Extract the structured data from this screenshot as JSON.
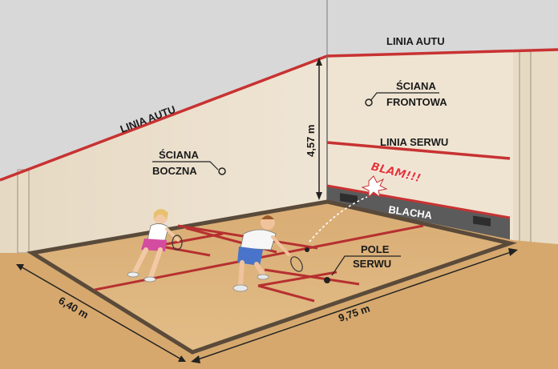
{
  "labels": {
    "out_line_side": "LINIA AUTU",
    "out_line_front": "LINIA AUTU",
    "front_wall_l1": "ŚCIANA",
    "front_wall_l2": "FRONTOWA",
    "service_line": "LINIA SERWU",
    "side_wall_l1": "ŚCIANA",
    "side_wall_l2": "BOCZNA",
    "tin": "BLACHA",
    "blam": "BLAM!!!",
    "service_box_l1": "POLE",
    "service_box_l2": "SERWU"
  },
  "dimensions": {
    "height": "4,57 m",
    "width": "6,40 m",
    "length": "9,75 m"
  },
  "colors": {
    "wall": "#ece0cc",
    "upper_wall": "#d9d9d9",
    "floor": "#d9ad74",
    "line_red": "#d23a3a",
    "tin": "#5a5a5a"
  }
}
